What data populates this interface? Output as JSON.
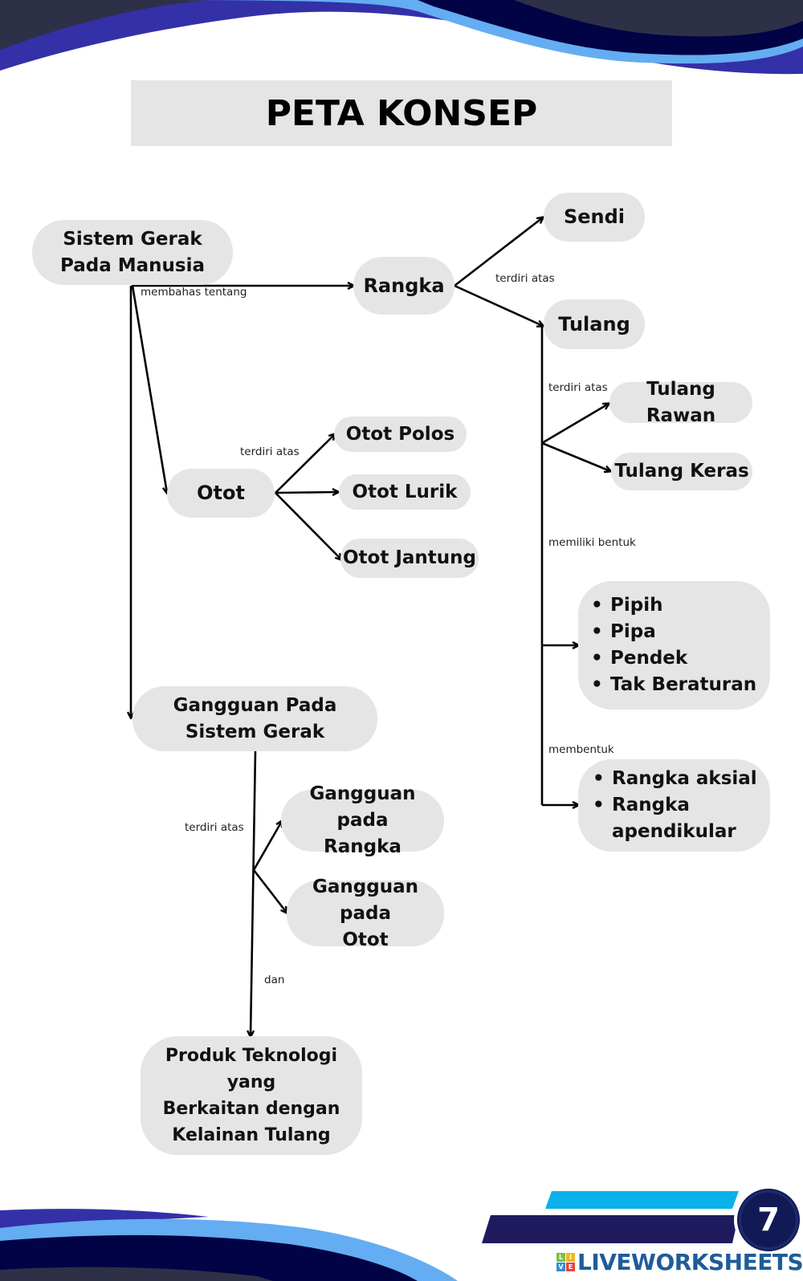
{
  "page": {
    "title": "PETA KONSEP",
    "page_number": "7",
    "brand": "LIVEWORKSHEETS",
    "brand_logo_letters": [
      "L",
      "I",
      "V",
      "E"
    ],
    "colors": {
      "wave_dark": "#2e3047",
      "wave_navy": "#020344",
      "wave_blue": "#3430a8",
      "wave_light": "#64adf2",
      "node_fill": "#e5e5e5",
      "bar_cyan": "#0ab1ea",
      "bar_navy": "#1f1b5e",
      "brand_text": "#1e5c9a"
    }
  },
  "nodes": {
    "root": [
      "Sistem Gerak",
      "Pada Manusia"
    ],
    "rangka": "Rangka",
    "sendi": "Sendi",
    "tulang": "Tulang",
    "tulang_rawan": "Tulang Rawan",
    "tulang_keras": "Tulang Keras",
    "otot": "Otot",
    "otot_polos": "Otot Polos",
    "otot_lurik": "Otot Lurik",
    "otot_jantung": "Otot Jantung",
    "bentuk_list": [
      "Pipih",
      "Pipa",
      "Pendek",
      "Tak Beraturan"
    ],
    "rangka_list": [
      "Rangka aksial",
      "Rangka",
      "apendikular"
    ],
    "gangguan": [
      "Gangguan Pada",
      "Sistem Gerak"
    ],
    "gangguan_rangka": [
      "Gangguan pada",
      "Rangka"
    ],
    "gangguan_otot": [
      "Gangguan pada",
      "Otot"
    ],
    "produk": [
      "Produk Teknologi yang",
      "Berkaitan dengan",
      "Kelainan Tulang"
    ]
  },
  "edge_labels": {
    "membahas_tentang": "membahas tentang",
    "rangka_terdiri_atas": "terdiri atas",
    "tulang_terdiri_atas": "terdiri atas",
    "otot_terdiri_atas": "terdiri atas",
    "memiliki_bentuk": "memiliki bentuk",
    "membentuk": "membentuk",
    "gangguan_terdiri_atas": "terdiri atas",
    "dan": "dan"
  },
  "bullet_glyph": "•"
}
